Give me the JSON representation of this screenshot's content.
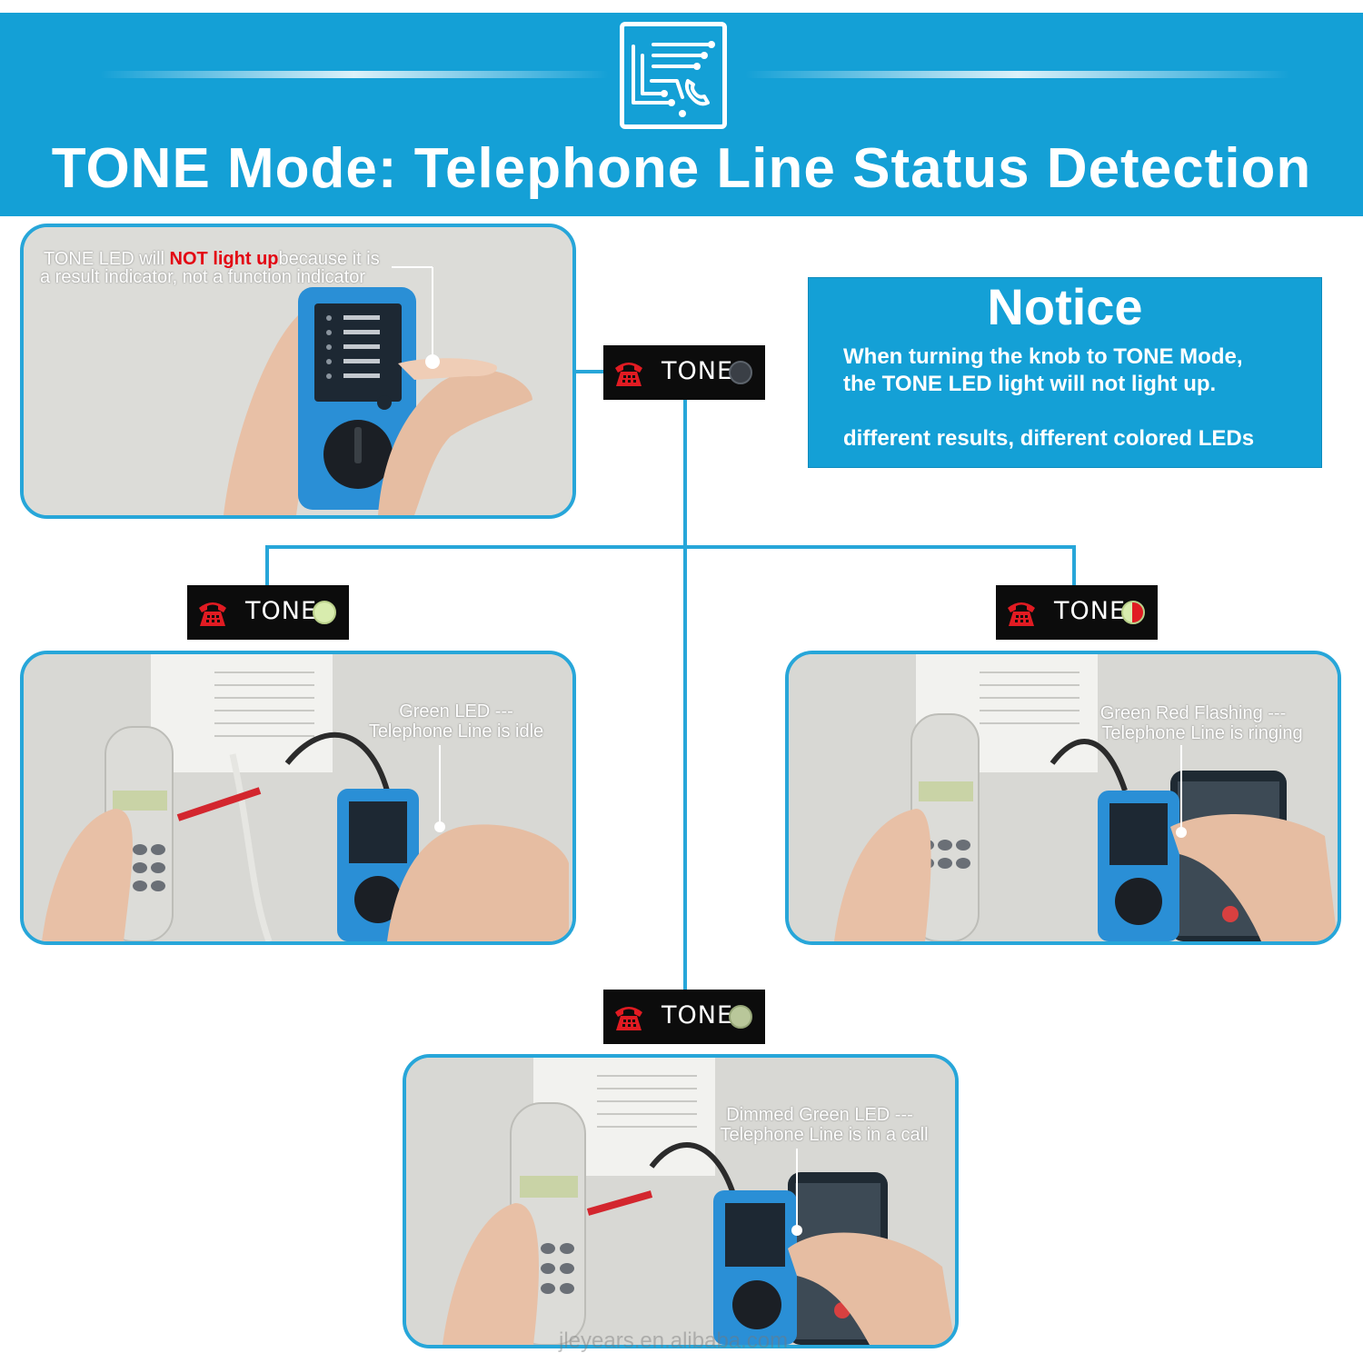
{
  "header": {
    "title": "TONE Mode: Telephone Line Status Detection",
    "icon": "telephone-circuit-icon"
  },
  "notice": {
    "heading": "Notice",
    "line1": "When turning the knob to TONE Mode,",
    "line2": "the TONE LED light will not light up.",
    "line3": "different results, different colored LEDs"
  },
  "panels": {
    "top": {
      "caption_part1": "TONE LED will ",
      "caption_highlight": "NOT light up",
      "caption_part2": "because it is",
      "caption_line2": "a result indicator, not a function indicator",
      "indicator": {
        "label": "TONE",
        "led": "off",
        "led_color": "#3a3f46"
      }
    },
    "idle": {
      "caption_line1": "Green LED ---",
      "caption_line2": "Telephone Line is idle",
      "indicator": {
        "label": "TONE",
        "led": "green",
        "led_color": "#d8ecae"
      }
    },
    "ringing": {
      "caption_line1": "Green Red Flashing ---",
      "caption_line2": "Telephone Line is ringing",
      "indicator": {
        "label": "TONE",
        "led": "green-red",
        "led_color_left": "#d8ecae",
        "led_color_right": "#e11b22"
      }
    },
    "call": {
      "caption_line1": "Dimmed Green LED ---",
      "caption_line2": "Telephone Line is in a call",
      "indicator": {
        "label": "TONE",
        "led": "dim-green",
        "led_color": "#b9c79a"
      }
    }
  },
  "watermark": "jleyears.en.alibaba.com",
  "colors": {
    "accent": "#14a0d6",
    "frame": "#27a6d9",
    "highlight_red": "#e30613"
  }
}
